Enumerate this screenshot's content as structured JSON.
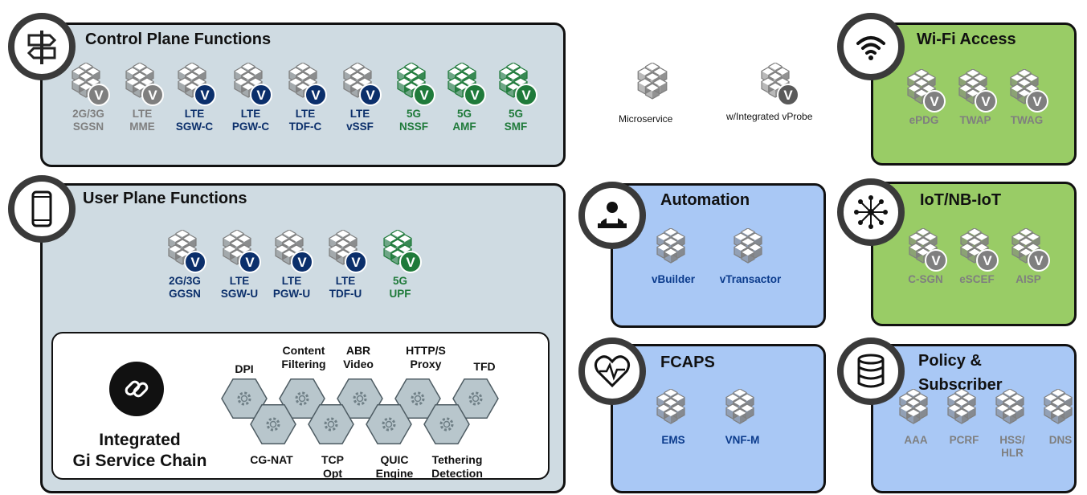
{
  "colors": {
    "vnf_grey": "#7f7f7f",
    "vnf_navy": "#0b2f6b",
    "vnf_green": "#1f7a3a",
    "panel_grey": "#cfdbe2",
    "panel_green": "#99cc66",
    "panel_blue": "#a9c8f5"
  },
  "control_plane": {
    "title": "Control Plane Functions",
    "icon": "signpost-icon",
    "functions": [
      {
        "label": "2G/3G\nSGSN",
        "color": "grey"
      },
      {
        "label": "LTE\nMME",
        "color": "grey"
      },
      {
        "label": "LTE\nSGW-C",
        "color": "navy"
      },
      {
        "label": "LTE\nPGW-C",
        "color": "navy"
      },
      {
        "label": "LTE\nTDF-C",
        "color": "navy"
      },
      {
        "label": "LTE\nvSSF",
        "color": "navy"
      },
      {
        "label": "5G\nNSSF",
        "color": "green"
      },
      {
        "label": "5G\nAMF",
        "color": "green"
      },
      {
        "label": "5G\nSMF",
        "color": "green"
      }
    ]
  },
  "legend": {
    "microservice": "Microservice",
    "vprobe": "w/Integrated vProbe",
    "v": "V"
  },
  "wifi": {
    "title": "Wi-Fi Access",
    "icon": "wifi-icon",
    "functions": [
      {
        "label": "ePDG"
      },
      {
        "label": "TWAP"
      },
      {
        "label": "TWAG"
      }
    ]
  },
  "user_plane": {
    "title": "User Plane Functions",
    "icon": "smartphone-icon",
    "functions": [
      {
        "label": "2G/3G\nGGSN",
        "color": "navy"
      },
      {
        "label": "LTE\nSGW-U",
        "color": "navy"
      },
      {
        "label": "LTE\nPGW-U",
        "color": "navy"
      },
      {
        "label": "LTE\nTDF-U",
        "color": "navy"
      },
      {
        "label": "5G\nUPF",
        "color": "green"
      }
    ]
  },
  "gi_chain": {
    "label": "Integrated\nGi Service Chain",
    "icon": "link-icon",
    "top_services": [
      "DPI",
      "Content\nFiltering",
      "ABR\nVideo",
      "HTTP/S\nProxy",
      "TFD"
    ],
    "bottom_services": [
      "CG-NAT",
      "TCP\nOpt",
      "QUIC\nEngine",
      "Tethering\nDetection"
    ]
  },
  "automation": {
    "title": "Automation",
    "icon": "operator-icon",
    "functions": [
      {
        "label": "vBuilder"
      },
      {
        "label": "vTransactor"
      }
    ]
  },
  "iot": {
    "title": "IoT/NB-IoT",
    "icon": "network-hub-icon",
    "functions": [
      {
        "label": "C-SGN"
      },
      {
        "label": "eSCEF"
      },
      {
        "label": "AISP"
      }
    ]
  },
  "fcaps": {
    "title": "FCAPS",
    "icon": "heartbeat-icon",
    "functions": [
      {
        "label": "EMS"
      },
      {
        "label": "VNF-M"
      }
    ]
  },
  "policy": {
    "title": "Policy &\nSubscriber",
    "icon": "database-icon",
    "functions": [
      {
        "label": "AAA"
      },
      {
        "label": "PCRF"
      },
      {
        "label": "HSS/\nHLR"
      },
      {
        "label": "DNS"
      }
    ]
  }
}
